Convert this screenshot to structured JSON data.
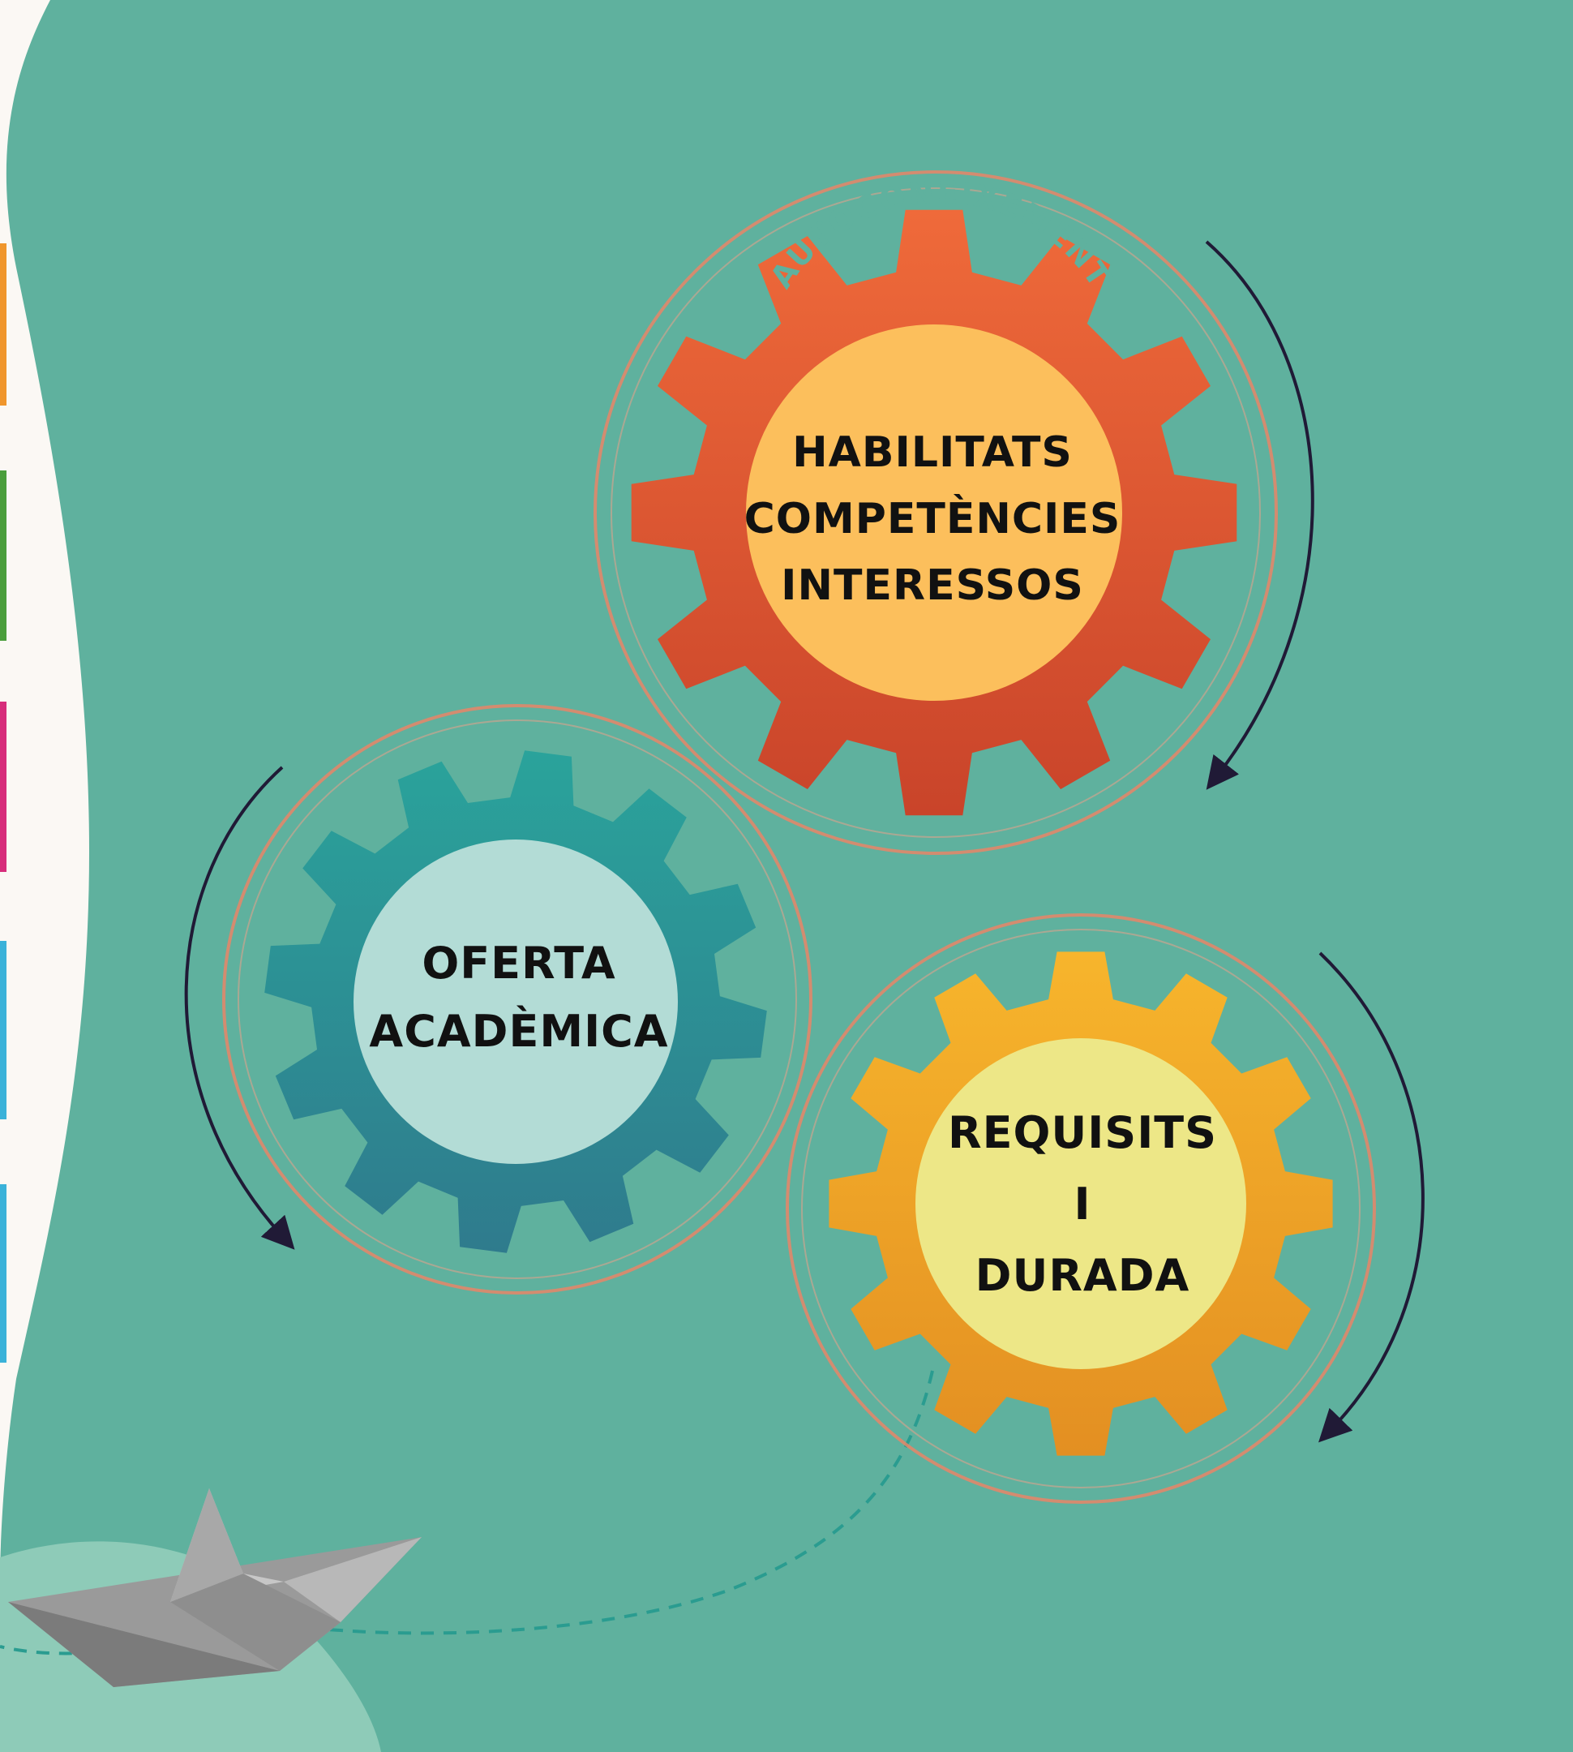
{
  "gears": {
    "top": {
      "ring_text": "AUTOCONEIXEMENT",
      "lines": [
        "HABILITATS",
        "COMPETÈNCIES",
        "INTERESSOS"
      ],
      "colors": {
        "gear_top": "#ef6a3a",
        "gear_bottom": "#c9442a",
        "hub": "#fcbf5c",
        "ring_text": "#5fb19e"
      }
    },
    "left": {
      "lines": [
        "OFERTA",
        "ACADÈMICA"
      ],
      "colors": {
        "gear_top": "#2aa39b",
        "gear_bottom": "#2f7b8d",
        "hub": "#b3dcd6"
      }
    },
    "right": {
      "lines": [
        "REQUISITS",
        "I",
        "DURADA"
      ],
      "colors": {
        "gear_top": "#f7b52c",
        "gear_bottom": "#e38f22",
        "hub": "#ede787"
      }
    }
  },
  "palette": {
    "background": "#5fb19e",
    "paper_left": "#fbf8f4",
    "halo": "#e88667",
    "arrow": "#201a36",
    "side_tabs": [
      "#f0962c",
      "#4a9e3c",
      "#d72d7b",
      "#3ab2d9",
      "#3ab2d9"
    ]
  }
}
